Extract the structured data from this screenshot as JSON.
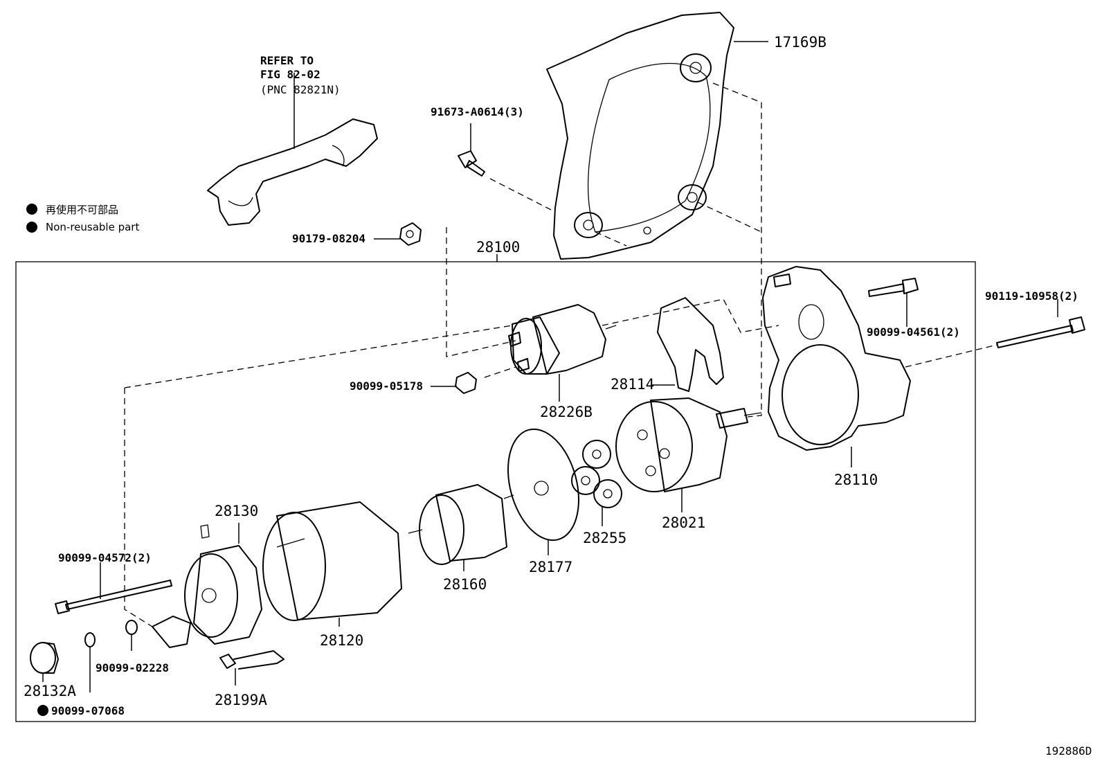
{
  "legend": {
    "japanese": "再使用不可部品",
    "english": "Non-reusable part"
  },
  "refer": {
    "line1": "REFER TO",
    "line2": "FIG 82-02",
    "line3": "(PNC 82821N)"
  },
  "labels": {
    "p17169B": "17169B",
    "p91673": "91673-A0614(3)",
    "p90179": "90179-08204",
    "p28100": "28100",
    "p90119": "90119-10958(2)",
    "p90099_04561": "90099-04561(2)",
    "p28114": "28114",
    "p90099_05178": "90099-05178",
    "p28226B": "28226B",
    "p28110": "28110",
    "p28021": "28021",
    "p28255": "28255",
    "p28177": "28177",
    "p28160": "28160",
    "p28130": "28130",
    "p28120": "28120",
    "p90099_04572": "90099-04572(2)",
    "p90099_02228": "90099-02228",
    "p28132A": "28132A",
    "p90099_07068": "90099-07068",
    "p28199A": "28199A"
  },
  "figure_id": "192886D"
}
